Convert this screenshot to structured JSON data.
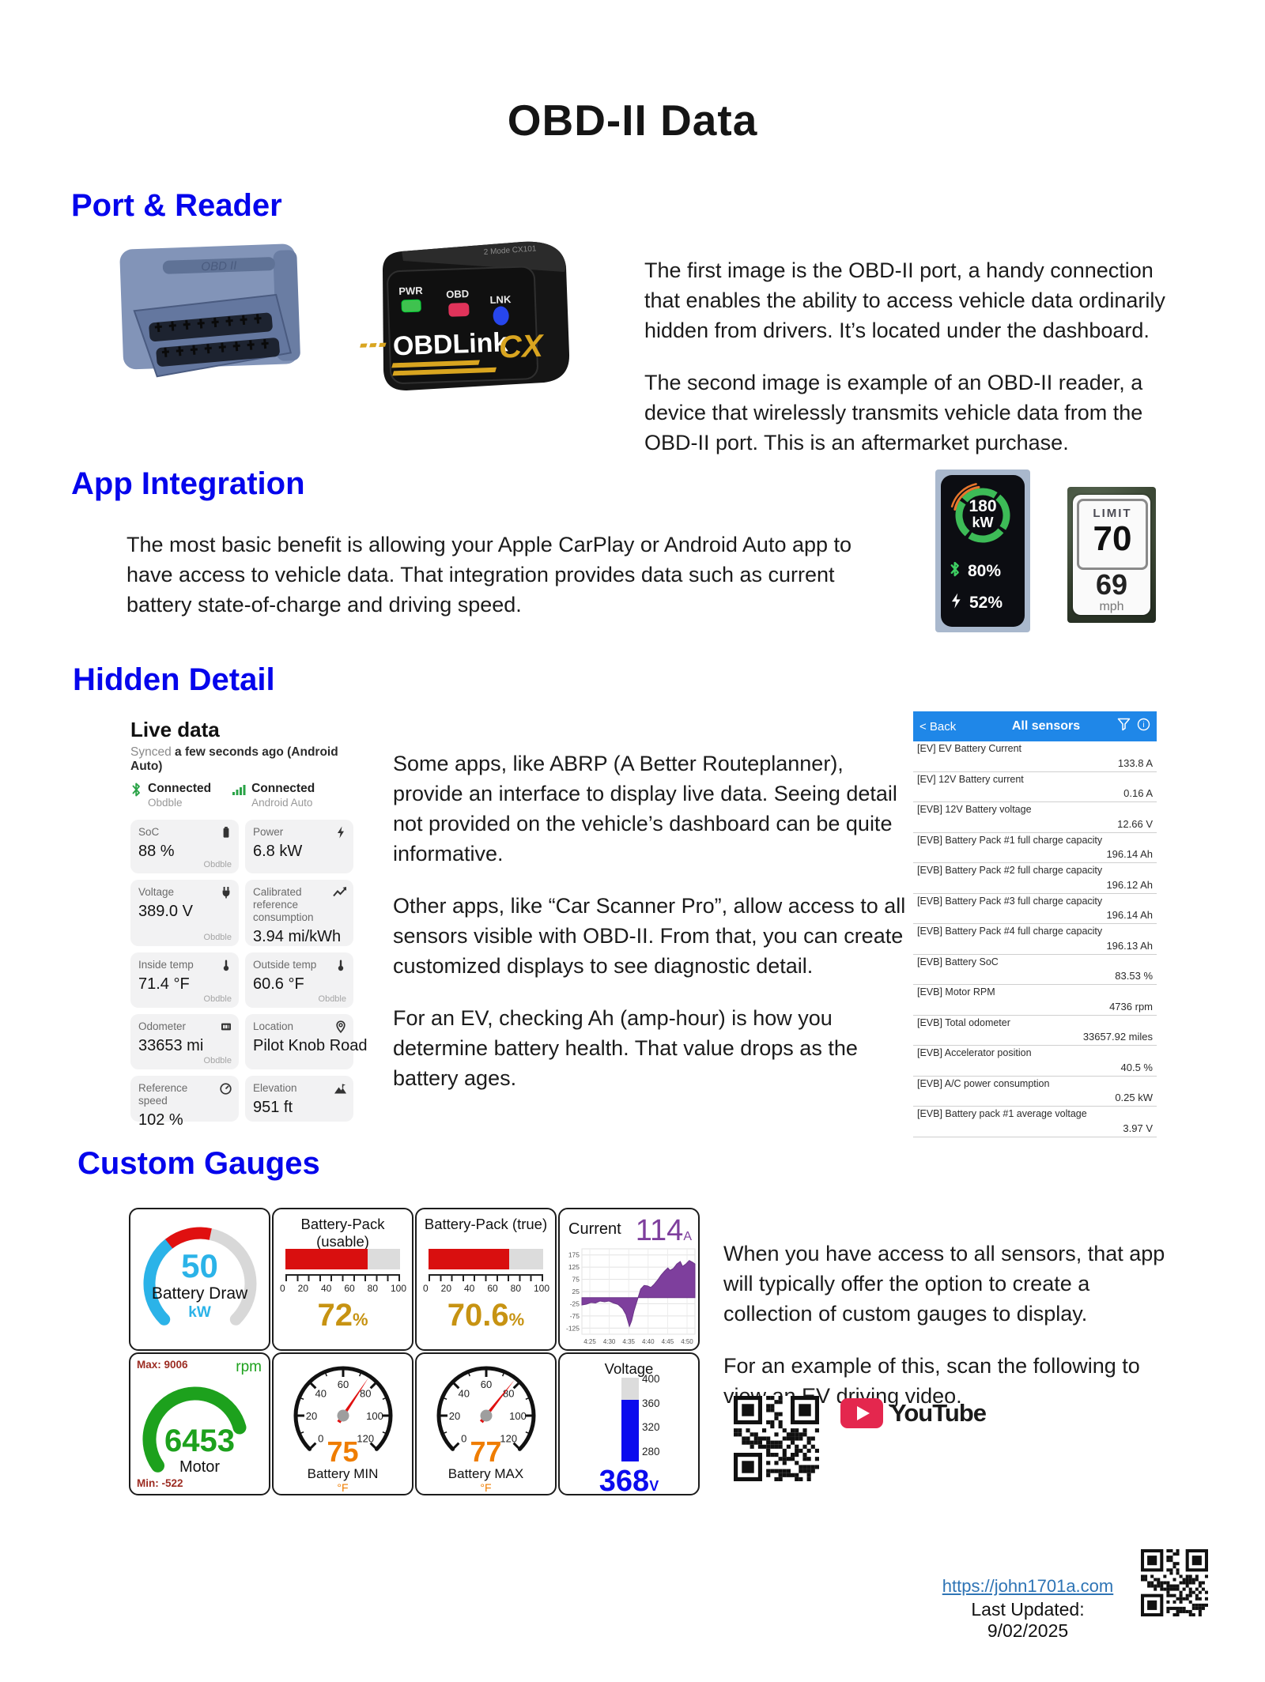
{
  "page": {
    "title": "OBD-II Data",
    "footer": {
      "link": "https://john1701a.com",
      "updated": "Last Updated:  9/02/2025"
    }
  },
  "colors": {
    "heading": "#0505ec",
    "red": "#d90f0f",
    "cyan": "#2bb3e8",
    "green": "#1da11d",
    "gold": "#c79312",
    "purple": "#7e3f9d",
    "blue": "#0b0bee",
    "orange": "#ef7d00",
    "dark_red": "#9c2c22",
    "sensor_header": "#1f87e8",
    "link": "#2e74b5",
    "live_green": "#2aa347"
  },
  "sections": {
    "port_reader": {
      "heading": "Port & Reader",
      "port_label": "OBD II",
      "reader": {
        "led1": "PWR",
        "led2": "OBD",
        "led3": "LNK",
        "brand": "OBDLink",
        "brand2": "CX"
      },
      "para1": "The first image is the OBD-II port, a handy connection that enables the ability to access vehicle data ordinarily hidden from drivers.  It’s located under the dashboard.",
      "para2": "The second image is example of an OBD-II reader, a device that wirelessly transmits vehicle data from the OBD-II port.  This is an aftermarket purchase."
    },
    "app_integration": {
      "heading": "App Integration",
      "para": "The most basic benefit is allowing your Apple CarPlay or Android Auto app to have access to vehicle data.  That integration provides data such as current battery state-of-charge and driving speed.",
      "power_widget": {
        "value": "180",
        "unit": "kW",
        "bt": "80%",
        "charge": "52%"
      },
      "speed_widget": {
        "limit_label": "LIMIT",
        "limit": "70",
        "speed": "69",
        "unit": "mph"
      }
    },
    "hidden_detail": {
      "heading": "Hidden Detail",
      "paras": [
        "Some apps, like ABRP (A Better Routeplanner), provide an interface to display live data.  Seeing detail not provided on the vehicle’s dashboard can be quite informative.",
        "Other apps, like “Car Scanner Pro”, allow access to all sensors visible with OBD-II.  From that, you can create customized displays to see diagnostic detail.",
        "For an EV, checking Ah (amp-hour) is how you determine battery health.  That value drops as the battery ages."
      ],
      "live_data": {
        "title": "Live data",
        "synced_prefix": "Synced ",
        "synced_bold": "a few seconds ago (Android Auto)",
        "connections": [
          {
            "icon": "bluetooth",
            "label": "Connected",
            "sub": "Obdble"
          },
          {
            "icon": "signal",
            "label": "Connected",
            "sub": "Android Auto"
          }
        ],
        "cards": [
          {
            "label": "SoC",
            "value": "88 %",
            "icon": "battery",
            "source": "Obdble"
          },
          {
            "label": "Power",
            "value": "6.8 kW",
            "icon": "bolt",
            "source": ""
          },
          {
            "label": "Voltage",
            "value": "389.0 V",
            "icon": "plug",
            "source": "Obdble"
          },
          {
            "label": "Calibrated reference consumption",
            "value": "3.94 mi/kWh",
            "icon": "trend",
            "source": ""
          },
          {
            "label": "Inside temp",
            "value": "71.4 °F",
            "icon": "thermo",
            "source": "Obdble"
          },
          {
            "label": "Outside temp",
            "value": "60.6 °F",
            "icon": "thermo",
            "source": "Obdble"
          },
          {
            "label": "Odometer",
            "value": "33653 mi",
            "icon": "odometer",
            "source": "Obdble"
          },
          {
            "label": "Location",
            "value": "Pilot Knob Road",
            "icon": "pin",
            "source": ""
          },
          {
            "label": "Reference speed",
            "value": "102 %",
            "icon": "speedo",
            "source": ""
          },
          {
            "label": "Elevation",
            "value": "951 ft",
            "icon": "mountain",
            "source": ""
          }
        ]
      },
      "sensors": {
        "back": "< Back",
        "title": "All sensors",
        "rows": [
          {
            "label": "[EV] EV Battery Current",
            "value": "133.8 A"
          },
          {
            "label": "[EV] 12V Battery current",
            "value": "0.16 A"
          },
          {
            "label": "[EVB] 12V Battery voltage",
            "value": "12.66 V"
          },
          {
            "label": "[EVB] Battery Pack #1 full charge capacity",
            "value": "196.14 Ah"
          },
          {
            "label": "[EVB] Battery Pack #2 full charge capacity",
            "value": "196.12 Ah"
          },
          {
            "label": "[EVB] Battery Pack #3 full charge capacity",
            "value": "196.14 Ah"
          },
          {
            "label": "[EVB] Battery Pack #4 full charge capacity",
            "value": "196.13 Ah"
          },
          {
            "label": "[EVB] Battery SoC",
            "value": "83.53 %"
          },
          {
            "label": "[EVB] Motor RPM",
            "value": "4736 rpm"
          },
          {
            "label": "[EVB] Total odometer",
            "value": "33657.92 miles"
          },
          {
            "label": "[EVB] Accelerator position",
            "value": "40.5 %"
          },
          {
            "label": "[EVB] A/C power consumption",
            "value": "0.25 kW"
          },
          {
            "label": "[EVB] Battery pack #1 average voltage",
            "value": "3.97 V"
          }
        ]
      }
    },
    "custom_gauges": {
      "heading": "Custom Gauges",
      "paras": [
        "When you have access to all sensors, that app will typically offer the option to create a collection of custom gauges to display.",
        "For an example of this, scan the following to view an EV driving video."
      ],
      "youtube_label": "YouTube",
      "gauges": {
        "battery_draw": {
          "value": "50",
          "label": "Battery Draw",
          "unit": "kW"
        },
        "pack_usable": {
          "title": "Battery-Pack (usable)",
          "percent": 72,
          "display": "72",
          "unit": "%",
          "ticks": [
            "0",
            "20",
            "40",
            "60",
            "80",
            "100"
          ]
        },
        "pack_true": {
          "title": "Battery-Pack (true)",
          "percent": 70.6,
          "display": "70.6",
          "unit": "%",
          "ticks": [
            "0",
            "20",
            "40",
            "60",
            "80",
            "100"
          ]
        },
        "motor": {
          "max": "Max: 9006",
          "unit": "rpm",
          "value": "6453",
          "label": "Motor",
          "min": "Min: -522"
        },
        "battery_min": {
          "value": 75,
          "display": "75",
          "label": "Battery MIN",
          "unit": "°F",
          "max_scale": 120,
          "ticks": [
            0,
            20,
            40,
            60,
            80,
            100,
            120
          ]
        },
        "battery_max": {
          "value": 77,
          "display": "77",
          "label": "Battery MAX",
          "unit": "°F",
          "max_scale": 120,
          "ticks": [
            0,
            20,
            40,
            60,
            80,
            100,
            120
          ]
        },
        "voltage": {
          "title": "Voltage",
          "value": 368,
          "display": "368",
          "unit": "V",
          "range": [
            280,
            400
          ],
          "ticks": [
            "400",
            "360",
            "320",
            "280"
          ]
        }
      }
    }
  },
  "chart_data": {
    "type": "area",
    "title": "Current",
    "current_value": 114,
    "unit": "A",
    "ylabel": "A",
    "ylim": [
      -150,
      200
    ],
    "y_ticks": [
      175,
      125,
      75,
      25,
      -25,
      -75,
      -125
    ],
    "x_ticks": [
      "4:25",
      "4:30",
      "4:35",
      "4:40",
      "4:45",
      "4:50"
    ],
    "series_color": "#7e3f9d",
    "points": [
      [
        0,
        -30
      ],
      [
        0.04,
        -27
      ],
      [
        0.08,
        -20
      ],
      [
        0.12,
        -22
      ],
      [
        0.16,
        -14
      ],
      [
        0.2,
        -17
      ],
      [
        0.24,
        -14
      ],
      [
        0.28,
        -22
      ],
      [
        0.32,
        -28
      ],
      [
        0.36,
        -45
      ],
      [
        0.39,
        -70
      ],
      [
        0.42,
        -118
      ],
      [
        0.44,
        -95
      ],
      [
        0.46,
        -55
      ],
      [
        0.49,
        -10
      ],
      [
        0.52,
        35
      ],
      [
        0.55,
        50
      ],
      [
        0.58,
        48
      ],
      [
        0.61,
        42
      ],
      [
        0.64,
        55
      ],
      [
        0.67,
        72
      ],
      [
        0.7,
        92
      ],
      [
        0.73,
        108
      ],
      [
        0.76,
        122
      ],
      [
        0.78,
        112
      ],
      [
        0.81,
        120
      ],
      [
        0.84,
        138
      ],
      [
        0.87,
        148
      ],
      [
        0.89,
        128
      ],
      [
        0.92,
        138
      ],
      [
        0.95,
        152
      ],
      [
        0.98,
        145
      ],
      [
        1,
        138
      ]
    ]
  }
}
